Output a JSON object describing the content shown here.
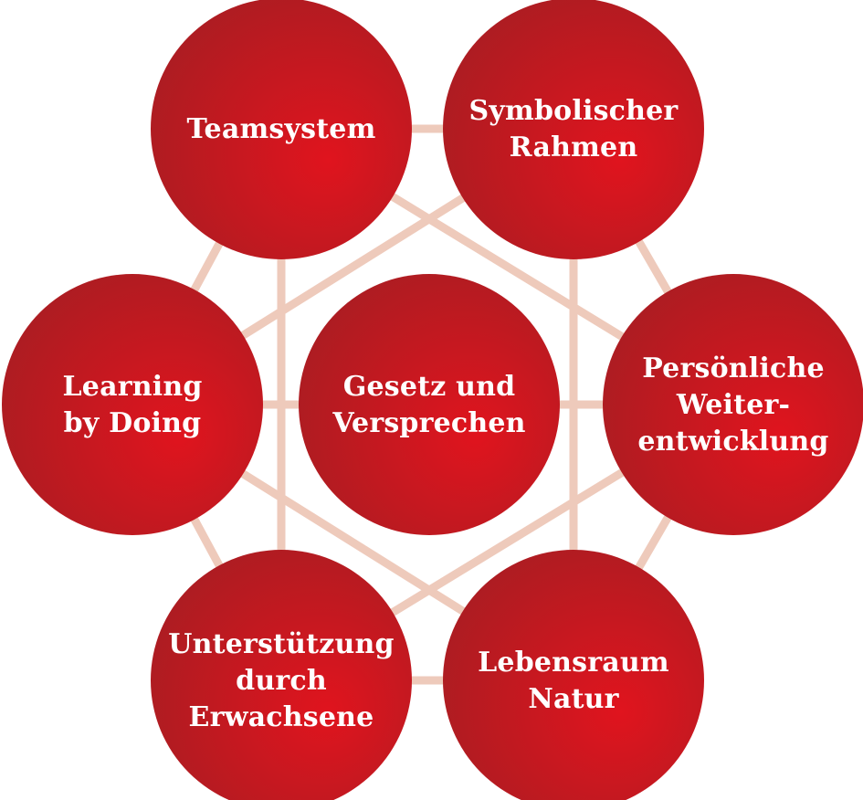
{
  "diagram": {
    "center": {
      "id": "gesetz",
      "lines": [
        "Gesetz und",
        "Versprechen"
      ]
    },
    "nodes": [
      {
        "id": "teamsystem",
        "lines": [
          "Teamsystem"
        ]
      },
      {
        "id": "symbolischer-rahmen",
        "lines": [
          "Symbolischer",
          "Rahmen"
        ]
      },
      {
        "id": "persoenliche-weiterentwicklung",
        "lines": [
          "Persönliche",
          "Weiter-",
          "entwicklung"
        ]
      },
      {
        "id": "lebensraum-natur",
        "lines": [
          "Lebensraum",
          "Natur"
        ]
      },
      {
        "id": "unterstuetzung",
        "lines": [
          "Unterstützung",
          "durch",
          "Erwachsene"
        ]
      },
      {
        "id": "learning-by-doing",
        "lines": [
          "Learning",
          "by Doing"
        ]
      }
    ],
    "colors": {
      "circle_light": "#e0141e",
      "circle_dark": "#a81d22",
      "connector": "#eecabb",
      "label": "#ffffff"
    }
  }
}
